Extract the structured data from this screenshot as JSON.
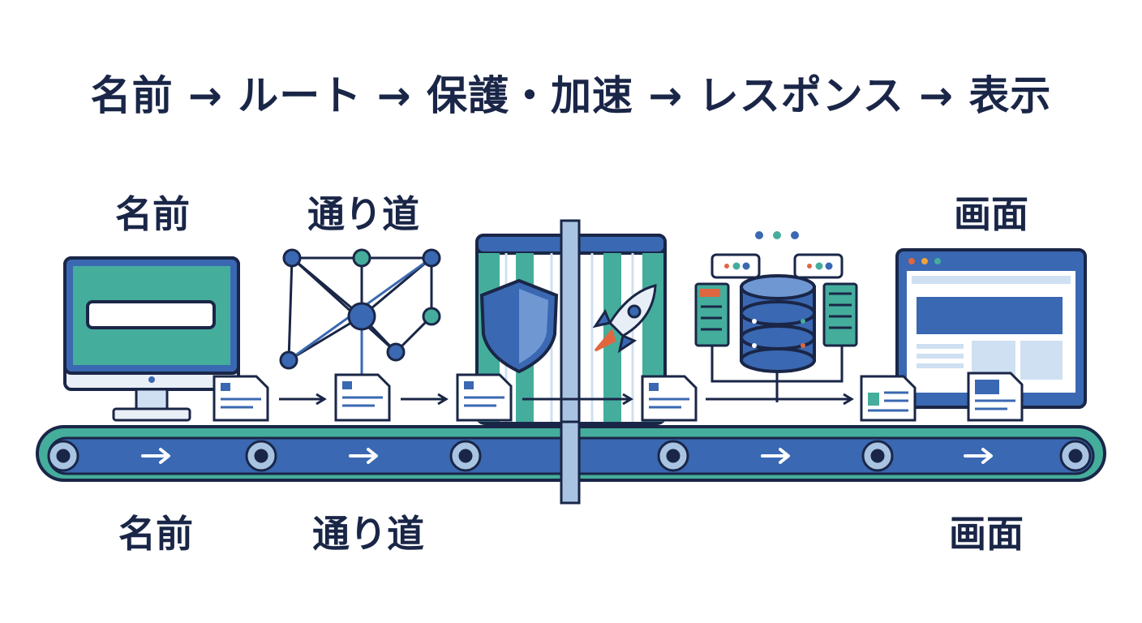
{
  "title": "名前 → ルート → 保護・加速 → レスポンス → 表示",
  "labels_top": {
    "name": "名前",
    "route": "通り道",
    "screen": "画面"
  },
  "labels_bottom": {
    "name": "名前",
    "route": "通り道",
    "screen": "画面"
  },
  "colors": {
    "navy": "#1a2647",
    "blue": "#3a68b2",
    "teal": "#45ad9c",
    "light_blue": "#cfe0f2",
    "accent_red": "#e0663f"
  },
  "icons": [
    "monitor-icon",
    "network-icon",
    "shield-icon",
    "rocket-icon",
    "database-icon",
    "server-icon",
    "browser-window-icon",
    "document-icon",
    "conveyor-belt-icon"
  ]
}
